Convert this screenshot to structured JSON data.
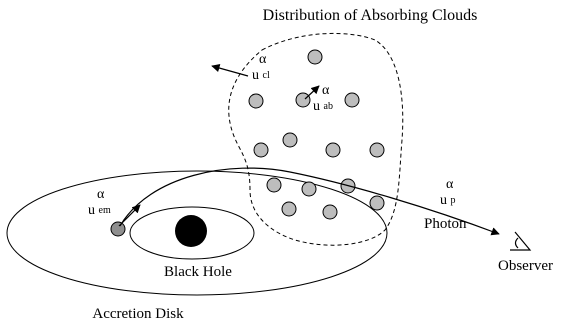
{
  "labels": {
    "title": "Distribution of Absorbing Clouds",
    "black_hole": "Black Hole",
    "accretion_disk": "Accretion Disk",
    "photon": "Photon",
    "observer": "Observer"
  },
  "vectors": {
    "cloud": {
      "base": "u",
      "sup": "α",
      "sub": "cl"
    },
    "absorber": {
      "base": "u",
      "sup": "α",
      "sub": "ab"
    },
    "emitter": {
      "base": "u",
      "sup": "α",
      "sub": "em"
    },
    "photon": {
      "base": "u",
      "sup": "α",
      "sub": "p"
    }
  },
  "colors": {
    "cloud_fill": "#bdbdbd",
    "emitter_fill": "#8f8f8f",
    "black_hole_fill": "#000000",
    "stroke": "#000000"
  }
}
